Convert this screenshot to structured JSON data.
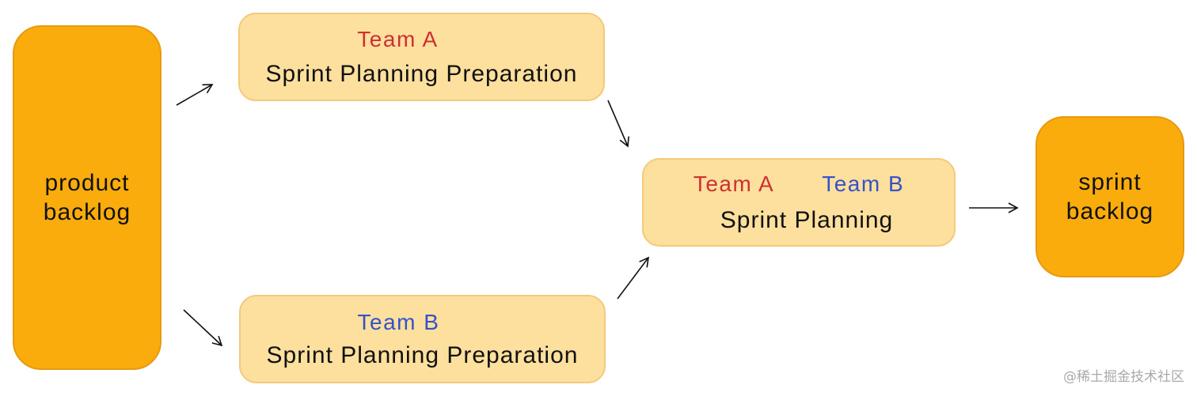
{
  "product_backlog": {
    "line1": "product",
    "line2": "backlog"
  },
  "prep_a": {
    "team": "Team A",
    "title": "Sprint Planning Preparation"
  },
  "prep_b": {
    "team": "Team B",
    "title": "Sprint Planning Preparation"
  },
  "planning": {
    "team_a": "Team A",
    "team_b": "Team B",
    "title": "Sprint Planning"
  },
  "sprint_backlog": {
    "line1": "sprint",
    "line2": "backlog"
  },
  "watermark": "@稀土掘金技术社区",
  "colors": {
    "dark_box": "#f9ac0c",
    "light_box": "#fddf9e",
    "team_a": "#cf3030",
    "team_b": "#3552c8"
  }
}
